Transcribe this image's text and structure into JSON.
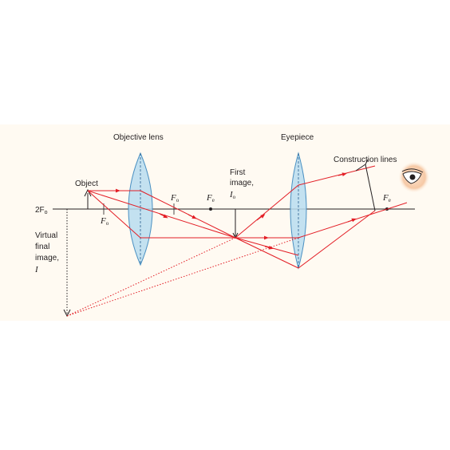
{
  "labels": {
    "objective_lens": "Objective lens",
    "eyepiece": "Eyepiece",
    "construction_lines": "Construction lines",
    "object": "Object",
    "first_image_line1": "First",
    "first_image_line2": "image,",
    "first_image_symbol": "I",
    "first_image_sub": "o",
    "two_f": "2F",
    "two_f_sub": "o",
    "fo_left": "F",
    "fo_left_sub": "o",
    "fo_right": "F",
    "fo_right_sub": "o",
    "fe_left": "F",
    "fe_left_sub": "e",
    "fe_right": "F",
    "fe_right_sub": "e",
    "virtual_line1": "Virtual",
    "virtual_line2": "final",
    "virtual_line3": "image,",
    "virtual_symbol": "I"
  },
  "colors": {
    "ray": "#e31e26",
    "lens_fill": "#b9dcf0",
    "lens_stroke": "#4a90c2",
    "axis": "#231f20",
    "background_panel": "#fffaf2",
    "eye_glow": "#f6c9a6"
  },
  "icons": {
    "eye": "eye-icon"
  }
}
